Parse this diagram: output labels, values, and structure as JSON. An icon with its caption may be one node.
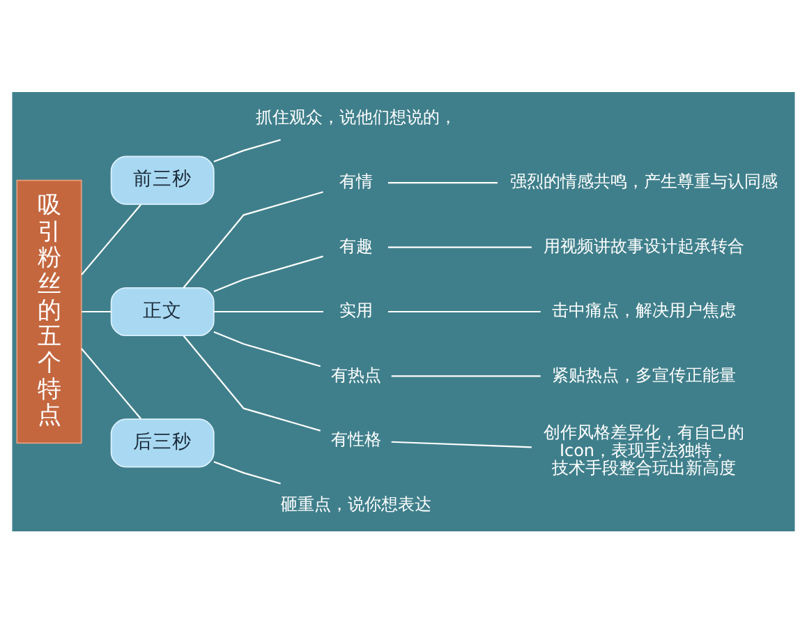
{
  "diagram": {
    "nodes": [
      {
        "text": [
          "吸引粉丝的五个特点"
        ]
      },
      {
        "text": [
          "前三秒"
        ]
      },
      {
        "text": [
          "抓住观众，说他们想说的，"
        ]
      },
      {
        "text": [
          "正文"
        ]
      },
      {
        "text": [
          "有情"
        ]
      },
      {
        "text": [
          "强烈的情感共鸣，产生尊重与认同感"
        ]
      },
      {
        "text": [
          "有趣"
        ]
      },
      {
        "text": [
          "用视频讲故事设计起承转合"
        ]
      },
      {
        "text": [
          "实用"
        ]
      },
      {
        "text": [
          "击中痛点，解决用户焦虑"
        ]
      },
      {
        "text": [
          "有热点"
        ]
      },
      {
        "text": [
          "紧贴热点，多宣传正能量"
        ]
      },
      {
        "text": [
          "有性格"
        ]
      },
      {
        "text": [
          "创作风格差异化，有自己的Icon，表现手法独特，技术手段整合玩出新高度"
        ]
      },
      {
        "text": [
          "后三秒"
        ]
      },
      {
        "text": [
          "砸重点，说你想表达"
        ]
      }
    ],
    "edges": [
      {
        "from": 0,
        "to": 1,
        "arrow": "none"
      },
      {
        "from": 1,
        "to": 2,
        "arrow": "none"
      },
      {
        "from": 0,
        "to": 3,
        "arrow": "none"
      },
      {
        "from": 3,
        "to": 4,
        "arrow": "none"
      },
      {
        "from": 4,
        "to": 5,
        "arrow": "none"
      },
      {
        "from": 3,
        "to": 6,
        "arrow": "none"
      },
      {
        "from": 6,
        "to": 7,
        "arrow": "none"
      },
      {
        "from": 3,
        "to": 8,
        "arrow": "none"
      },
      {
        "from": 8,
        "to": 9,
        "arrow": "none"
      },
      {
        "from": 3,
        "to": 10,
        "arrow": "none"
      },
      {
        "from": 10,
        "to": 11,
        "arrow": "none"
      },
      {
        "from": 3,
        "to": 12,
        "arrow": "none"
      },
      {
        "from": 12,
        "to": 13,
        "arrow": "none"
      },
      {
        "from": 0,
        "to": 14,
        "arrow": "none"
      },
      {
        "from": 14,
        "to": 15,
        "arrow": "none"
      }
    ]
  }
}
